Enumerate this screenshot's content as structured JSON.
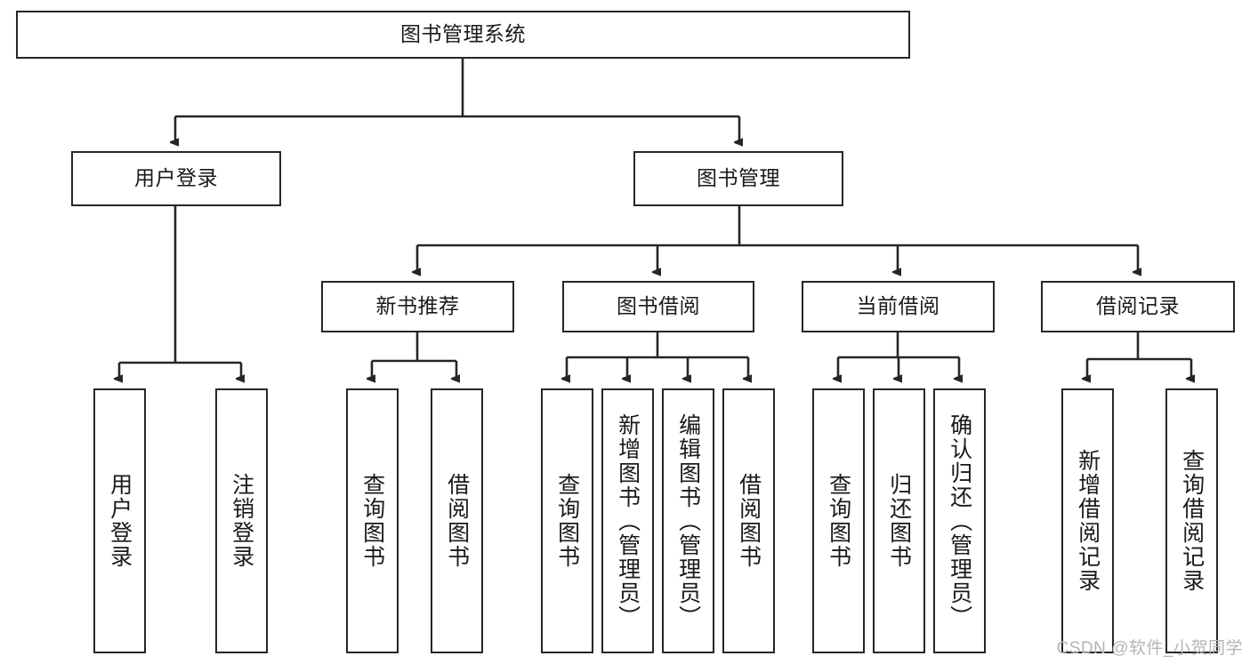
{
  "diagram": {
    "type": "tree-hierarchy",
    "title": "图书管理系统",
    "orientation": "top-down",
    "colors": {
      "node_border": "#262626",
      "node_fill": "#ffffff",
      "edge": "#262626",
      "text": "#1a1a1a",
      "watermark": "#b4b4b4",
      "background": "#ffffff"
    },
    "watermark": "CSDN @软件_小贺同学",
    "nodes": {
      "root": {
        "label": "图书管理系统",
        "level": 0
      },
      "level1": [
        {
          "id": "user-login",
          "label": "用户登录"
        },
        {
          "id": "book-manage",
          "label": "图书管理"
        }
      ],
      "level2": [
        {
          "id": "new-book-recommend",
          "label": "新书推荐"
        },
        {
          "id": "book-borrow",
          "label": "图书借阅"
        },
        {
          "id": "current-borrow",
          "label": "当前借阅"
        },
        {
          "id": "borrow-record",
          "label": "借阅记录"
        }
      ],
      "leaves": {
        "user-login": [
          {
            "id": "leaf-user-login",
            "label": "用户登录"
          },
          {
            "id": "leaf-logout-login",
            "label": "注销登录"
          }
        ],
        "new-book-recommend": [
          {
            "id": "leaf-query-book-1",
            "label": "查询图书"
          },
          {
            "id": "leaf-borrow-book-1",
            "label": "借阅图书"
          }
        ],
        "book-borrow": [
          {
            "id": "leaf-query-book-2",
            "label": "查询图书"
          },
          {
            "id": "leaf-add-book",
            "label": "新增图书（管理员）"
          },
          {
            "id": "leaf-edit-book",
            "label": "编辑图书（管理员）"
          },
          {
            "id": "leaf-borrow-book-2",
            "label": "借阅图书"
          }
        ],
        "current-borrow": [
          {
            "id": "leaf-query-book-3",
            "label": "查询图书"
          },
          {
            "id": "leaf-return-book",
            "label": "归还图书"
          },
          {
            "id": "leaf-confirm-return",
            "label": "确认归还（管理员）"
          }
        ],
        "borrow-record": [
          {
            "id": "leaf-add-record",
            "label": "新增借阅记录"
          },
          {
            "id": "leaf-query-record",
            "label": "查询借阅记录"
          }
        ]
      }
    }
  }
}
